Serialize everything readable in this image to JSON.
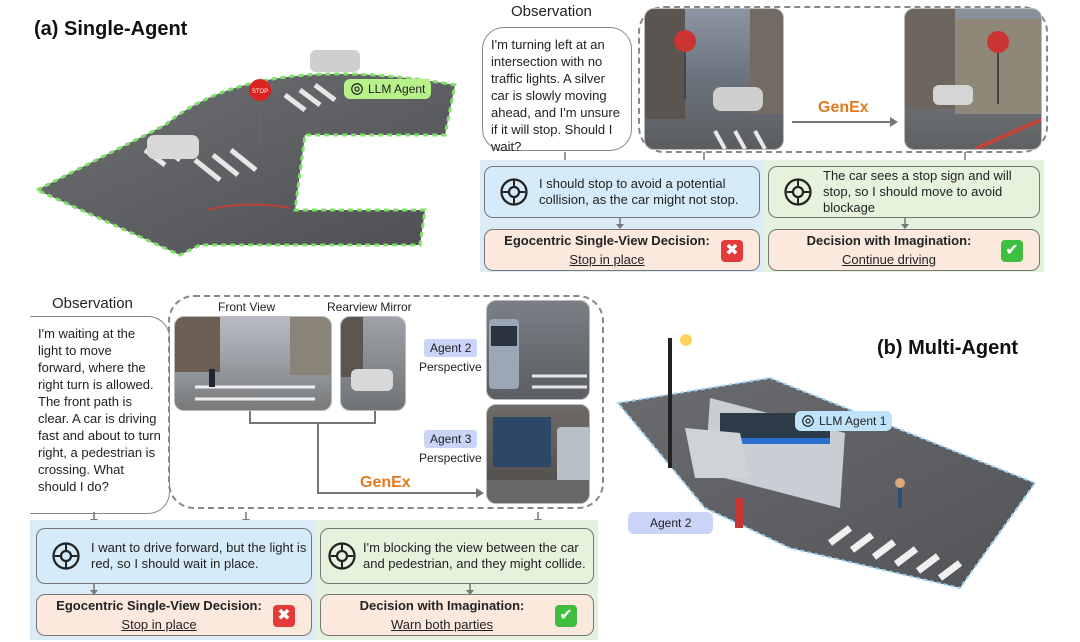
{
  "single_agent": {
    "title": "(a) Single-Agent",
    "llm_tag": "LLM Agent",
    "stop_sign": "STOP",
    "observation_heading": "Observation",
    "observation_text": "I'm turning left at an intersection with no traffic lights. A silver car is slowly moving ahead, and I'm unsure if it will stop. Should I wait?",
    "genex_label": "GenEx",
    "egocentric_reasoning": "I should stop to avoid a potential collision, as the car might not stop.",
    "imagination_reasoning": "The car sees a stop sign and will stop, so I should move to avoid blockage",
    "egocentric_decision_heading": "Egocentric Single-View Decision:",
    "egocentric_decision_value": "Stop in place",
    "imagination_decision_heading": "Decision with Imagination:",
    "imagination_decision_value": "Continue driving"
  },
  "multi_agent": {
    "title": "(b) Multi-Agent",
    "observation_heading": "Observation",
    "observation_text": "I'm waiting at the light to move forward, where the right turn is allowed. The front path is clear. A car is driving fast and about to turn right, a pedestrian is crossing. What should I do?",
    "front_view_label": "Front View",
    "rearview_label": "Rearview Mirror",
    "agent2_chip": "Agent 2",
    "agent3_chip": "Agent 3",
    "perspective_label": "Perspective",
    "genex_label": "GenEx",
    "llm_tag": "LLM Agent 1",
    "agent2_tag": "Agent 2",
    "egocentric_reasoning": "I want to drive forward, but the light is red, so I should wait in place.",
    "imagination_reasoning": "I'm blocking the view between the car and pedestrian, and they might collide.",
    "egocentric_decision_heading": "Egocentric Single-View Decision:",
    "egocentric_decision_value": "Stop in place",
    "imagination_decision_heading": "Decision with Imagination:",
    "imagination_decision_value": "Warn both parties"
  },
  "icons": {
    "cross": "✖",
    "check": "✔"
  },
  "colors": {
    "genex": "#e07a1f",
    "reasoning_blue": "#d5ebf9",
    "reasoning_green": "#e6f3dc",
    "decision_pink": "#fce9dd",
    "wrong": "#e33a3a",
    "right": "#3fbf3f",
    "dashed_outline": "#7fe06a"
  }
}
